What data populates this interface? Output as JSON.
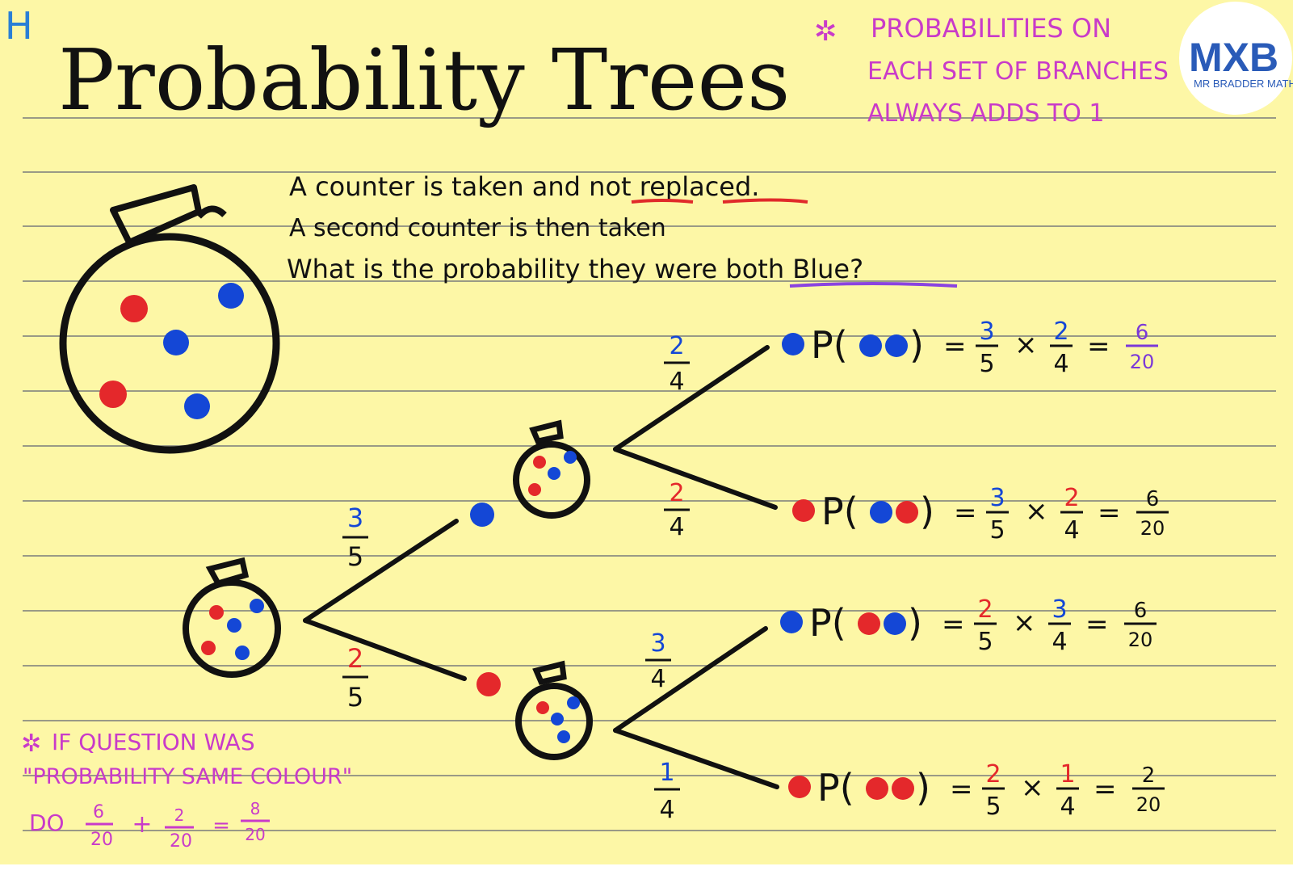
{
  "corner_tag": "H",
  "title": "Probability Trees",
  "top_note": {
    "lines": [
      "PROBABILITIES ON",
      "EACH SET OF BRANCHES",
      "ALWAYS ADDS TO 1"
    ]
  },
  "logo": {
    "mark": "MXB",
    "caption": "MR BRADDER MATHS"
  },
  "question": {
    "line1": "A counter is taken and not replaced.",
    "line2": "A second counter is then taken",
    "line3": "What is the probability they were both Blue?"
  },
  "first_branches": [
    {
      "num": "3",
      "den": "5",
      "colour": "blue"
    },
    {
      "num": "2",
      "den": "5",
      "colour": "red"
    }
  ],
  "second_branches": [
    {
      "num": "2",
      "den": "4",
      "colour": "blue"
    },
    {
      "num": "2",
      "den": "4",
      "colour": "red"
    },
    {
      "num": "3",
      "den": "4",
      "colour": "blue"
    },
    {
      "num": "1",
      "den": "4",
      "colour": "blue"
    }
  ],
  "outcomes": [
    {
      "a": [
        "3",
        "5"
      ],
      "b": [
        "2",
        "4"
      ],
      "result": [
        "6",
        "20"
      ],
      "c1": "blue",
      "c2": "blue"
    },
    {
      "a": [
        "3",
        "5"
      ],
      "b": [
        "2",
        "4"
      ],
      "result": [
        "6",
        "20"
      ],
      "c1": "blue",
      "c2": "red"
    },
    {
      "a": [
        "2",
        "5"
      ],
      "b": [
        "3",
        "4"
      ],
      "result": [
        "6",
        "20"
      ],
      "c1": "red",
      "c2": "blue"
    },
    {
      "a": [
        "2",
        "5"
      ],
      "b": [
        "1",
        "4"
      ],
      "result": [
        "2",
        "20"
      ],
      "c1": "red",
      "c2": "red"
    }
  ],
  "bottom_note": {
    "line1": "IF QUESTION WAS",
    "line2": "\"PROBABILITY SAME COLOUR\"",
    "do": "DO",
    "plus": "+",
    "equals": "=",
    "f1": [
      "6",
      "20"
    ],
    "f2": [
      "2",
      "20"
    ],
    "f3": [
      "8",
      "20"
    ]
  },
  "symbols": {
    "p_open": "P(",
    "p_close": ")",
    "eq": "=",
    "times": "×"
  },
  "colors": {
    "background": "#fdf7a6",
    "rule": "#9a9a86",
    "ink": "#111111",
    "blue": "#1447d6",
    "red": "#e4282b",
    "magenta": "#c93bc9",
    "purple_result": "#7a38d8",
    "underline_red": "#e02a2a",
    "underline_purple": "#8a43e0",
    "logo_blue": "#2a5bb8",
    "logo_green": "#3fae49",
    "corner_tag": "#2a7fd6"
  }
}
